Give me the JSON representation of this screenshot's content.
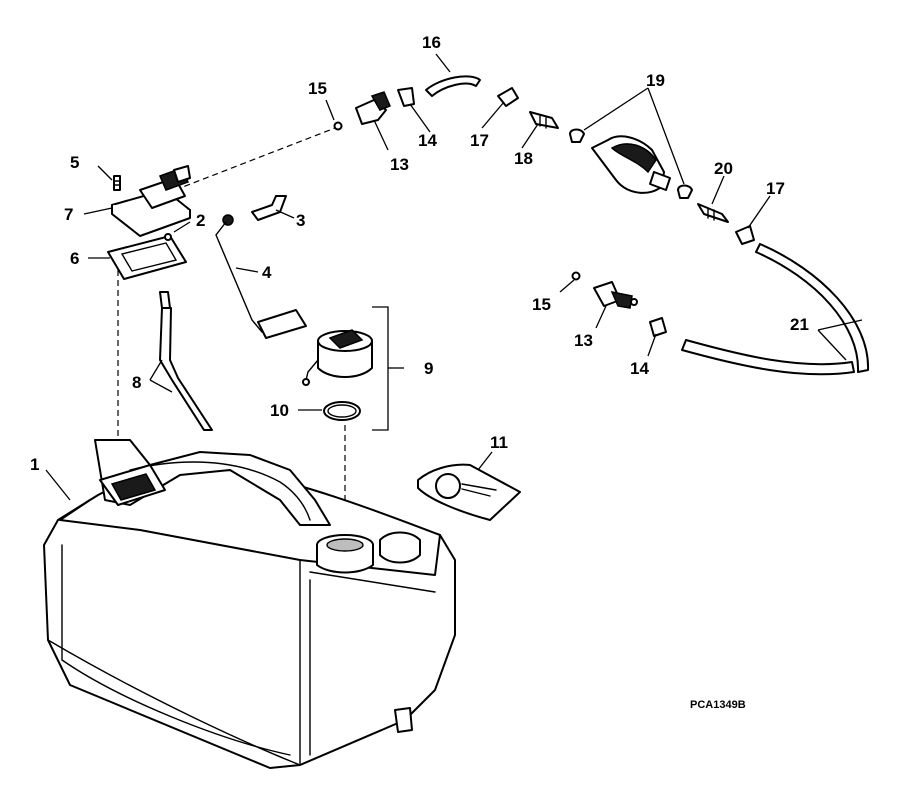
{
  "diagram": {
    "code": "PCA1349B",
    "callouts": {
      "c1": "1",
      "c2": "2",
      "c3": "3",
      "c4": "4",
      "c5": "5",
      "c6": "6",
      "c7": "7",
      "c8": "8",
      "c9": "9",
      "c10": "10",
      "c11": "11",
      "c13a": "13",
      "c13b": "13",
      "c14a": "14",
      "c14b": "14",
      "c15a": "15",
      "c15b": "15",
      "c16": "16",
      "c17a": "17",
      "c17b": "17",
      "c18": "18",
      "c19": "19",
      "c20": "20",
      "c21": "21"
    }
  }
}
